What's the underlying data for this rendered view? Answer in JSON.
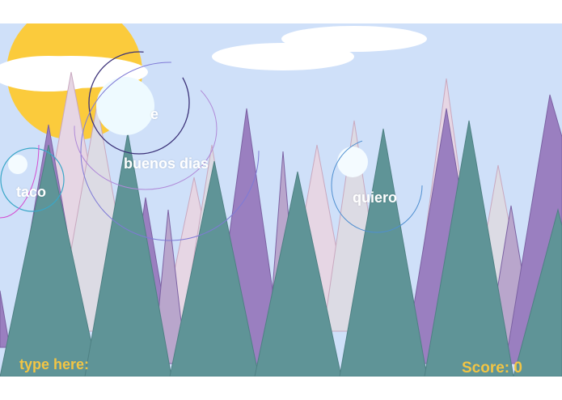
{
  "hud": {
    "prompt_label": "type here:",
    "input_value": "",
    "score_label": "Score:",
    "score_value": "0"
  },
  "words": [
    {
      "id": "word-1",
      "text": "e"
    },
    {
      "id": "word-2",
      "text": "buenos dias"
    },
    {
      "id": "word-3",
      "text": "taco"
    },
    {
      "id": "word-4",
      "text": "quiero"
    }
  ],
  "colors": {
    "sky": "#cfe0f9",
    "sun": "#fbcb3c",
    "cloud": "#ffffff",
    "tree_front": "#5f9497",
    "tree_mid": "#9a7fc0",
    "tree_back_pink": "#e6d6e4",
    "tree_back_grey": "#dcdbe4",
    "hud_text": "#f2c544"
  }
}
